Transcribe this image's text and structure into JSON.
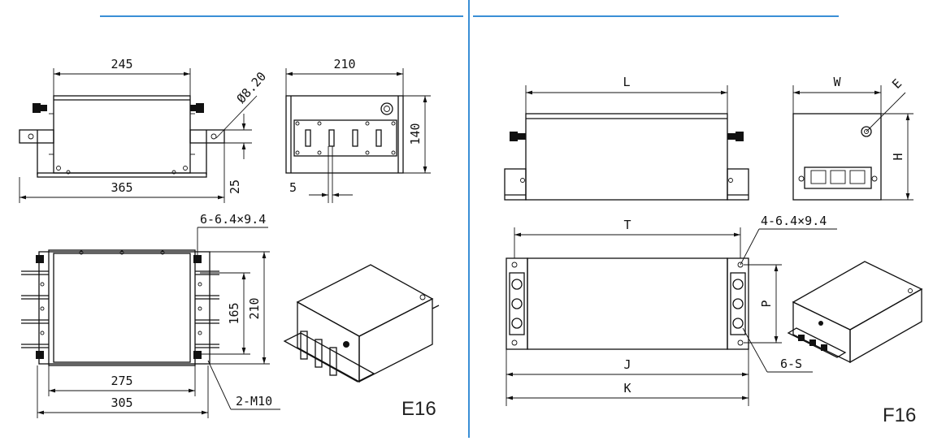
{
  "colors": {
    "rule": "#3a8fd6",
    "ink": "#111111"
  },
  "e16": {
    "panel_label": "E16",
    "dims": {
      "width_top": "245",
      "hole_dia": "Ø8.20",
      "length_overall": "365",
      "depth": "210",
      "height": "140",
      "foot_height": "25",
      "offset": "5",
      "slot": "6-6.4×9.4",
      "inner_w": "275",
      "outer_w": "305",
      "inner_h": "165",
      "outer_h": "210",
      "studs": "2-M10"
    }
  },
  "f16": {
    "panel_label": "F16",
    "dims": {
      "L": "L",
      "W": "W",
      "E": "E",
      "H": "H",
      "T": "T",
      "slot": "4-6.4×9.4",
      "P": "P",
      "J": "J",
      "K": "K",
      "S": "6-S"
    }
  }
}
